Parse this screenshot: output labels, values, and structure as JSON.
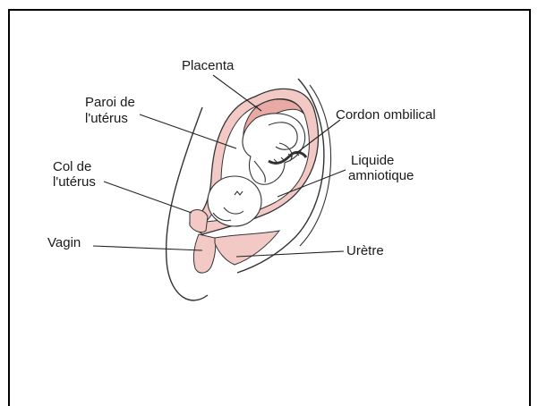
{
  "labels": {
    "placenta": "Placenta",
    "paroi_line1": "Paroi de",
    "paroi_line2": "l'utérus",
    "cordon": "Cordon ombilical",
    "col_line1": "Col de",
    "col_line2": "l'utérus",
    "liquide_line1": "Liquide",
    "liquide_line2": "amniotique",
    "vagin": "Vagin",
    "uretre": "Urètre"
  },
  "colors": {
    "tissue": "#f3c9c6",
    "tissue_dark": "#e9a9a4",
    "outline": "#333333",
    "line": "#222222"
  }
}
